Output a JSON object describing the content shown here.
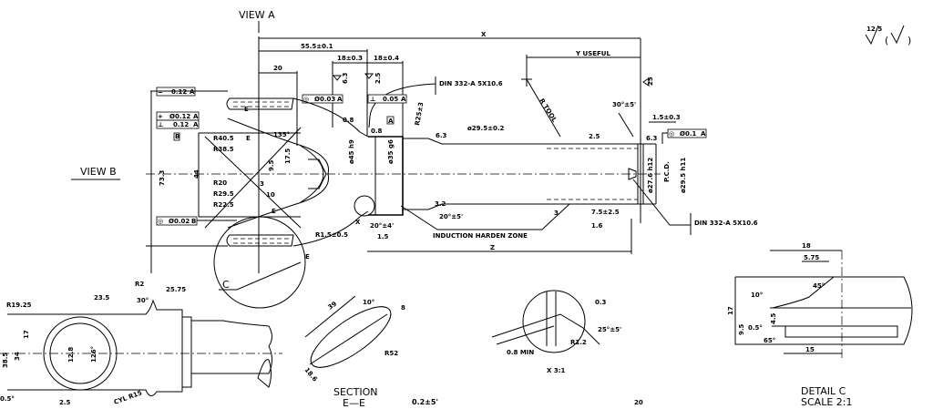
{
  "views": {
    "view_a": "VIEW  A",
    "view_b": "VIEW  B",
    "detail_c_marker": "C",
    "section_title": "SECTION",
    "section_name": "E—E",
    "detail_x_scale": "X  3:1",
    "detail_c_title": "DETAIL    C",
    "detail_c_scale": "SCALE  2:1"
  },
  "surface_finish": {
    "value": "12.5"
  },
  "main_view": {
    "x_dim": "X",
    "d55": "55.5±0.1",
    "d18a": "18±0.3",
    "d18b": "18±0.4",
    "d20": "20",
    "rough63a": "6.3",
    "rough25a": "2.5",
    "din_top": "DIN  332-A  5X10.6",
    "din_bottom": "DIN  332-A  5X10.6",
    "y_useful": "Y USEFUL",
    "r_tool": "R TOOL",
    "rough25b": "25",
    "angle30": "30°±5'",
    "d15": "1.5±0.3",
    "tol_sym": "0.12",
    "tol_pos": "Ø0.12",
    "tol_perp": "0.12",
    "tol_conc1": "Ø0.03",
    "tol_perp2": "0.05",
    "tol_conc2": "Ø0.1",
    "tol_conc3": "Ø0.02",
    "datum_a": "A",
    "datum_b": "B",
    "rough08a": "0.8",
    "rough08b": "0.8",
    "r25": "R25±3",
    "d295": "ø29.5±0.2",
    "rough63b": "6.3",
    "rough25c": "2.5",
    "rough63c": "6.3",
    "r405": "R40.5",
    "r385": "R38.5",
    "r20": "R20",
    "r295": "R29.5",
    "r225": "R22.5",
    "a135": "135°",
    "d175": "17.5",
    "d95": "9.5",
    "d3": "3",
    "d10": "10",
    "d44": "44",
    "d733": "73.3",
    "e1": "E",
    "e2": "E",
    "e3": "E",
    "e4": "E",
    "d45": "ø45 h9",
    "d35": "ø35 g6",
    "rough32": "3.2",
    "a20a": "20°±5'",
    "a20b": "20°±4'",
    "d15b": "1.5",
    "r15": "R1.5±0.5",
    "x_mark": "X",
    "induction": "INDUCTION  HARDEN  ZONE",
    "z_dim": "Z",
    "d3b": "3",
    "d75": "7.5±2.5",
    "d16": "1.6",
    "d276": "ø27.6 h12",
    "pcd": "P.C.D.",
    "d295h": "ø29.5 h11"
  },
  "bottom_view": {
    "r1925": "R19.25",
    "d235": "23.5",
    "r2": "R2",
    "a30": "30°",
    "d2575": "25.75",
    "d385": "38.5",
    "d34": "34",
    "d17": "17",
    "d128": "12.8",
    "a126": "126°",
    "d25": "2.5",
    "cyl": "CYL R15",
    "a05": "0.5°"
  },
  "section": {
    "d39": "39",
    "a10": "10°",
    "d8": "8",
    "r52": "R52",
    "d186": "18.6",
    "a02": "0.2±5'"
  },
  "detail_x": {
    "d03": "0.3",
    "r12": "R1.2",
    "a25": "25°±5'",
    "min": "0.8  MIN",
    "d20": "20"
  },
  "detail_c": {
    "d18": "18",
    "d575": "5.75",
    "a45": "45°",
    "a10": "10°",
    "d17": "17",
    "d95": "9.5",
    "a05": "0.5°",
    "d45": "4.5",
    "a65": "65°",
    "d15": "15"
  }
}
